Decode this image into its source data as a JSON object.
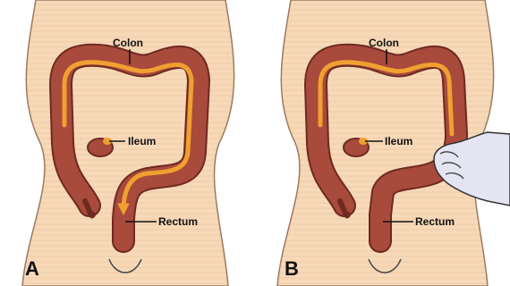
{
  "colors": {
    "skin": "#f7d9b8",
    "skin_line": "#eac8a4",
    "colon": "#a84a3c",
    "colon_dark": "#6e2a22",
    "lumen": "#f0a030",
    "hand": "#e4e4f2"
  },
  "panels": [
    {
      "letter": "A",
      "labels": {
        "colon": "Colon",
        "ileum": "Ileum",
        "rectum": "Rectum"
      }
    },
    {
      "letter": "B",
      "labels": {
        "colon": "Colon",
        "ileum": "Ileum",
        "rectum": "Rectum"
      }
    }
  ]
}
